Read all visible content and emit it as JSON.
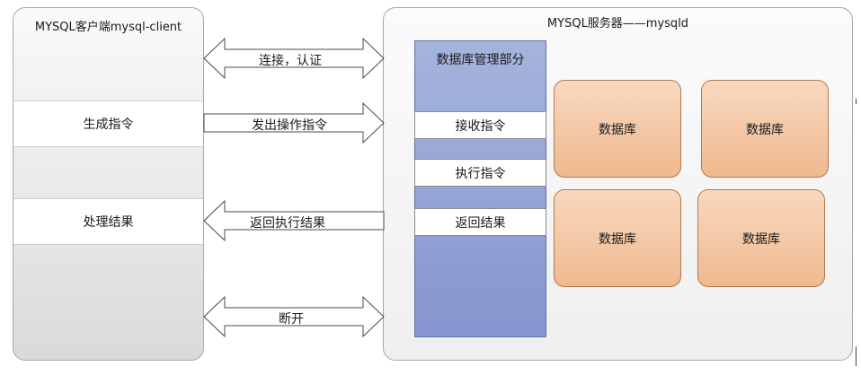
{
  "client": {
    "title": "MYSQL客户端mysql-client",
    "generate_command": "生成指令",
    "process_result": "处理结果"
  },
  "server": {
    "title": "MYSQL服务器——mysqld",
    "management": {
      "title": "数据库管理部分",
      "receive_command": "接收指令",
      "execute_command": "执行指令",
      "return_result": "返回结果"
    },
    "databases": [
      "数据库",
      "数据库",
      "数据库",
      "数据库"
    ]
  },
  "arrows": {
    "connect": "连接，认证",
    "send_command": "发出操作指令",
    "return_result": "返回执行结果",
    "disconnect": "断开"
  },
  "colors": {
    "management_fill": "#8d9dd3",
    "database_fill": "#f4c4a0",
    "panel_border": "#a7a7a7"
  }
}
